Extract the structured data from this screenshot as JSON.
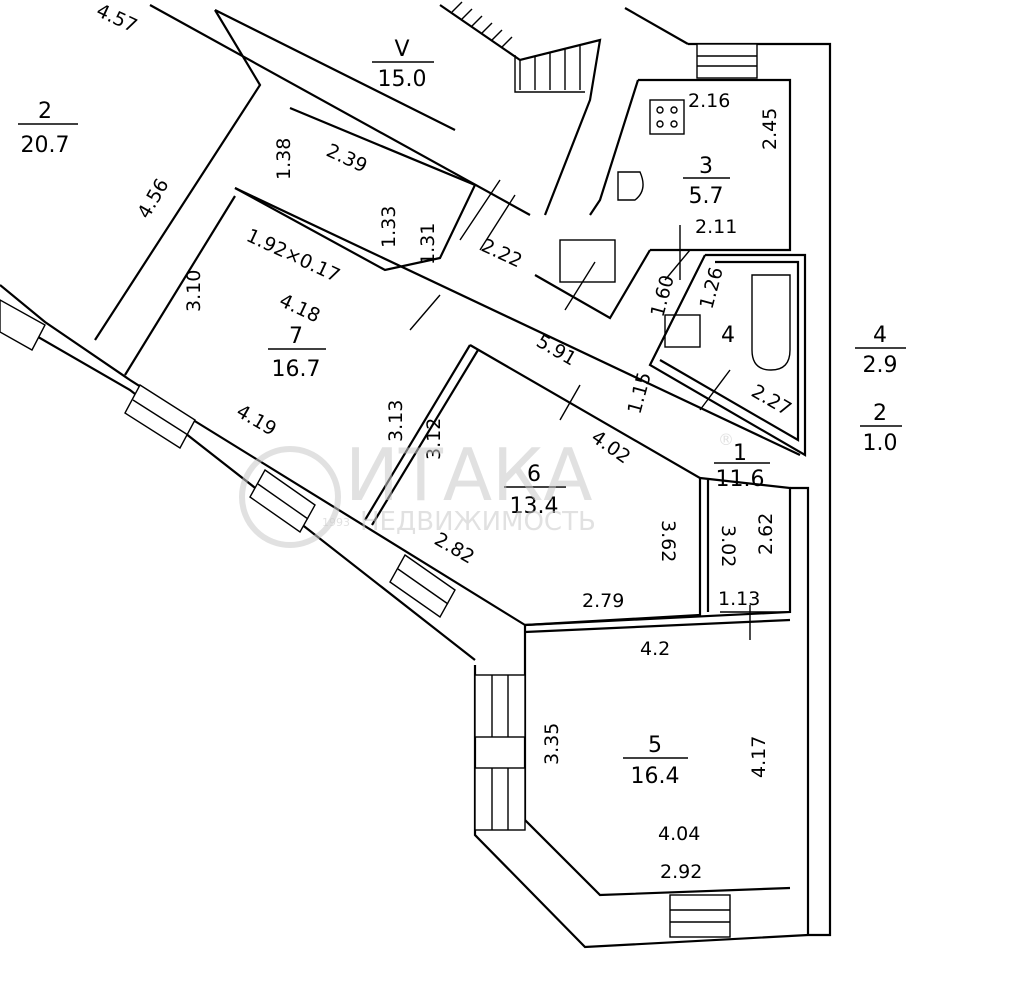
{
  "rooms": [
    {
      "number": "2",
      "area": "20.7"
    },
    {
      "number": "V",
      "area": "15.0"
    },
    {
      "number": "3",
      "area": "5.7"
    },
    {
      "number": "7",
      "area": "16.7"
    },
    {
      "number": "6",
      "area": "13.4"
    },
    {
      "number": "1",
      "area": "11.6"
    },
    {
      "number": "4",
      "area": ""
    },
    {
      "number": "5",
      "area": "16.4"
    },
    {
      "number": "4",
      "area": "2.9"
    },
    {
      "number": "2",
      "area": "1.0"
    }
  ],
  "dimensions": [
    "4.57",
    "4.56",
    "1.38",
    "2.39",
    "1.33",
    "1.31",
    "2.22",
    "1.92×0.17",
    "4.18",
    "3.10",
    "5.91",
    "3.13",
    "3.12",
    "4.19",
    "2.82",
    "4.02",
    "2.79",
    "3.62",
    "2.16",
    "2.45",
    "2.11",
    "1.60",
    "1.26",
    "1.15",
    "2.27",
    "3.02",
    "2.62",
    "1.13",
    "4.2",
    "3.35",
    "4.17",
    "4.04",
    "2.92"
  ],
  "watermark": {
    "brand": "ИТАКА",
    "year": "1993",
    "subtitle": "НЕДВИЖИМОСТЬ",
    "registered": "®"
  }
}
